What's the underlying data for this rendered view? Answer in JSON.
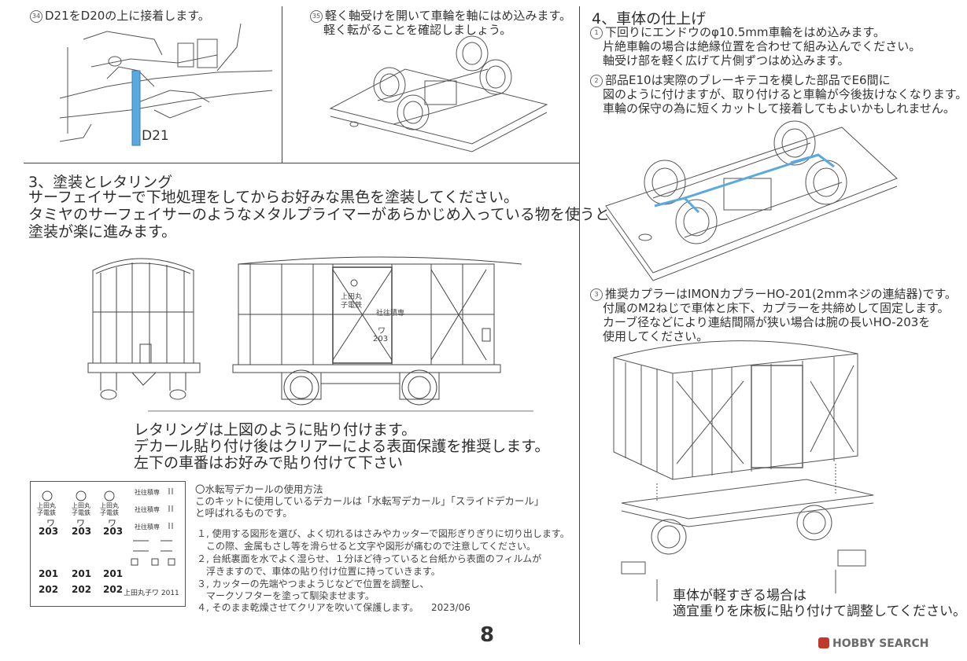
{
  "step34": {
    "num": "34",
    "text": "D21をD20の上に接着します。",
    "part_label": "D21"
  },
  "step35": {
    "num": "35",
    "line1": "軽く軸受けを開いて車輪を軸にはめ込みます。",
    "line2": "軽く転がることを確認しましょう。"
  },
  "section3": {
    "heading": "3、塗装とレタリング",
    "lines": [
      "サーフェイサーで下地処理をしてからお好みな黒色を塗装してください。",
      "タミヤのサーフェイサーのようなメタルプライマーがあらかじめ入っている物を使うと",
      "塗装が楽に進みます。"
    ],
    "lettering_lines": [
      "レタリングは上図のように貼り付けます。",
      "デカール貼り付け後はクリアーによる表面保護を推奨します。",
      "左下の車番はお好みで貼り付けて下さい"
    ]
  },
  "car_marks": {
    "company": "上田丸子電鉄",
    "kana": "ワ",
    "number": "203",
    "code": "社往積専"
  },
  "decal_sheet": {
    "company": "上田丸子電鉄",
    "kana": "ワ",
    "code": "社往積専",
    "numbers_row": [
      "203",
      "203",
      "203"
    ],
    "row_201": [
      "201",
      "201",
      "201"
    ],
    "row_202": [
      "202",
      "202",
      "202"
    ],
    "bottom_label": "上田丸子ワ 2011"
  },
  "decal_usage": {
    "title": "〇水転写デカールの使用方法",
    "intro": [
      "このキットに使用しているデカールは「水転写デカール」「スライドデカール」",
      "と呼ばれるものです。"
    ],
    "steps": [
      "１, 使用する図形を選び、よく切れるはさみやカッターで図形ぎりぎりに切り出します。",
      "この際、金属もさし等を滑らせると文字や図形が痛むので注意してください。",
      "２, 台紙裏面を水でよく湿らせ、１分ほど待っていると台紙から表面のフィルムが",
      "浮きますので、車体の貼り付け位置に持っていきます。",
      "３, カッターの先端やつまようじなどで位置を調整し、",
      "マークソフターを塗って馴染ませます。",
      "４, そのまま乾燥させてクリアを吹いて保護します。"
    ],
    "date": "2023/06"
  },
  "section4": {
    "heading": "4、車体の仕上げ",
    "item1": {
      "num": "1",
      "lines": [
        "下回りにエンドウのφ10.5mm車輪をはめ込みます。",
        "片絶車輪の場合は絶縁位置を合わせて組み込んでください。",
        "軸受け部を軽く広げて片側ずつはめ込みます。"
      ]
    },
    "item2": {
      "num": "2",
      "lines": [
        "部品E10は実際のブレーキテコを模した部品でE6間に",
        "図のように付けますが、取り付けると車輪が今後抜けなくなります。",
        "車輪の保守の為に短くカットして接着してもよいかもしれません。"
      ]
    },
    "item3": {
      "num": "3",
      "lines": [
        "推奨カプラーはIMONカプラーHO-201(2mmネジの連結器)です。",
        "付属のM2ねじで車体と床下、カプラーを共締めして固定します。",
        "カーブ径などにより連結間隔が狭い場合は腕の長いHO-203を",
        "使用してください。"
      ]
    },
    "weight_note": [
      "車体が軽すぎる場合は",
      "適宜重りを床板に貼り付けて調整してください。"
    ]
  },
  "page_number": "8",
  "watermark": "HOBBY SEARCH",
  "colors": {
    "line": "#444444",
    "blue": "#5aa9de",
    "text": "#2e2e2e"
  }
}
